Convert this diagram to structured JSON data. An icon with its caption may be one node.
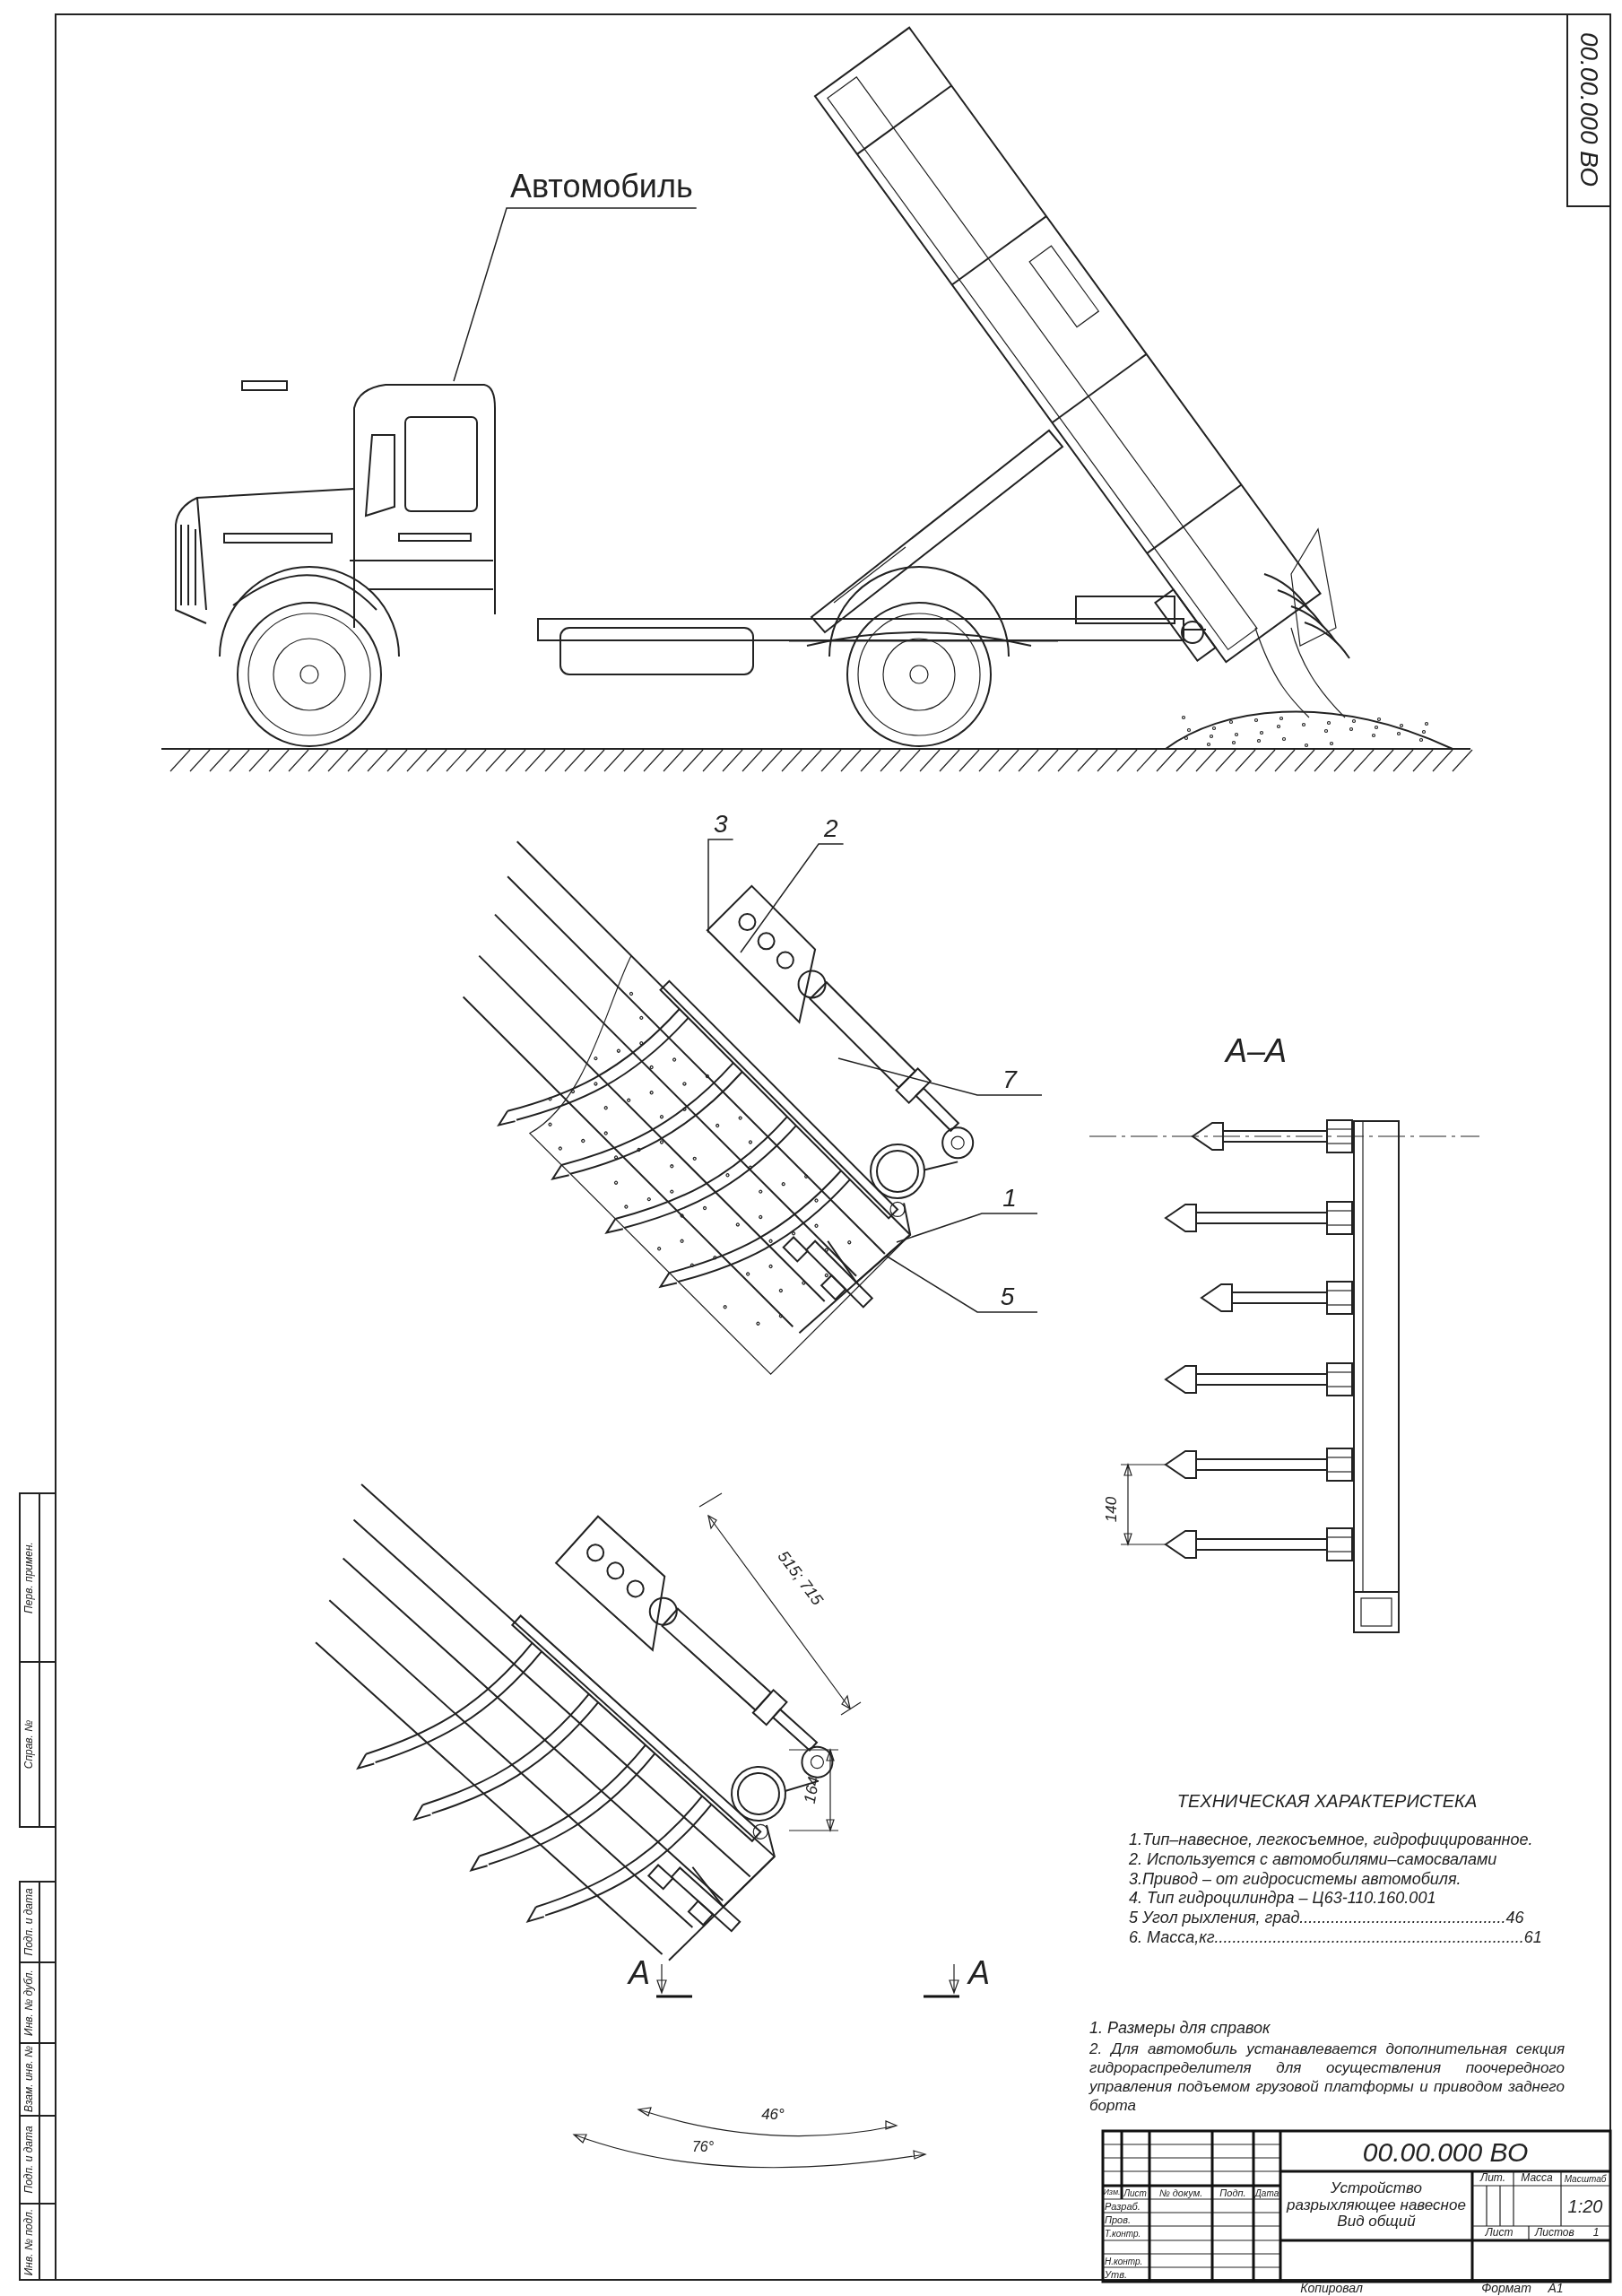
{
  "diagram": {
    "nodes": [
      {
        "text": [
          "Автомобиль"
        ]
      },
      {
        "text": [],
        "shape": "picture"
      },
      {
        "text": [
          "3"
        ]
      },
      {
        "text": [
          "2"
        ]
      },
      {
        "text": [
          "7"
        ]
      },
      {
        "text": [
          "1"
        ]
      },
      {
        "text": [
          "5"
        ]
      }
    ],
    "edges": [
      {
        "from": 0,
        "to": 1,
        "arrow": "none"
      },
      {
        "from": 2,
        "to": null,
        "arrow": "none"
      },
      {
        "from": 3,
        "to": null,
        "arrow": "none"
      },
      {
        "from": 4,
        "to": null,
        "arrow": "none"
      },
      {
        "from": 5,
        "to": null,
        "arrow": "none"
      },
      {
        "from": 6,
        "to": null,
        "arrow": "none"
      }
    ],
    "labels": [
      "00.00.000 ВО",
      "А–А",
      "140",
      "515; 715",
      "164",
      "ТЕХНИЧЕСКАЯ ХАРАКТЕРИСТЕКА",
      "1.Тип–навесное, легкосъемное, гидрофицированное.",
      "2. Используется с автомобилями–самосвалами",
      "3.Привод – от гидросистемы автомобиля.",
      "4. Тип гидроцилиндра – Ц63-110.160.001",
      "5 Угол рыхления, град..............................................46",
      "6. Масса,кг.....................................................................61",
      "А",
      "А",
      "1. Размеры для справок",
      "2. Для автомобиль устанавлевается дополнительная секция гидрораспределителя для осуществления поочередного управления подъемом грузовой платформы и приводом заднего борта",
      "46°",
      "76°",
      "00.00.000 ВО",
      "Лит.",
      "Масса",
      "Масштаб",
      "Изм.",
      "Лист",
      "№ докум.",
      "Подп.",
      "Дата",
      "Разраб.",
      "Устройство разрыхляющее навесное Вид общий",
      "1:20",
      "Пров.",
      "Т.контр.",
      "Лист",
      "Листов",
      "1",
      "Н.контр.",
      "Утв.",
      "Копировал",
      "Формат",
      "А1",
      "Перв. примен.",
      "Справ. №",
      "Подп. и дата",
      "Инв. № дубл.",
      "Взам. инв. №",
      "Подп. и дата",
      "Инв. № подл."
    ]
  }
}
